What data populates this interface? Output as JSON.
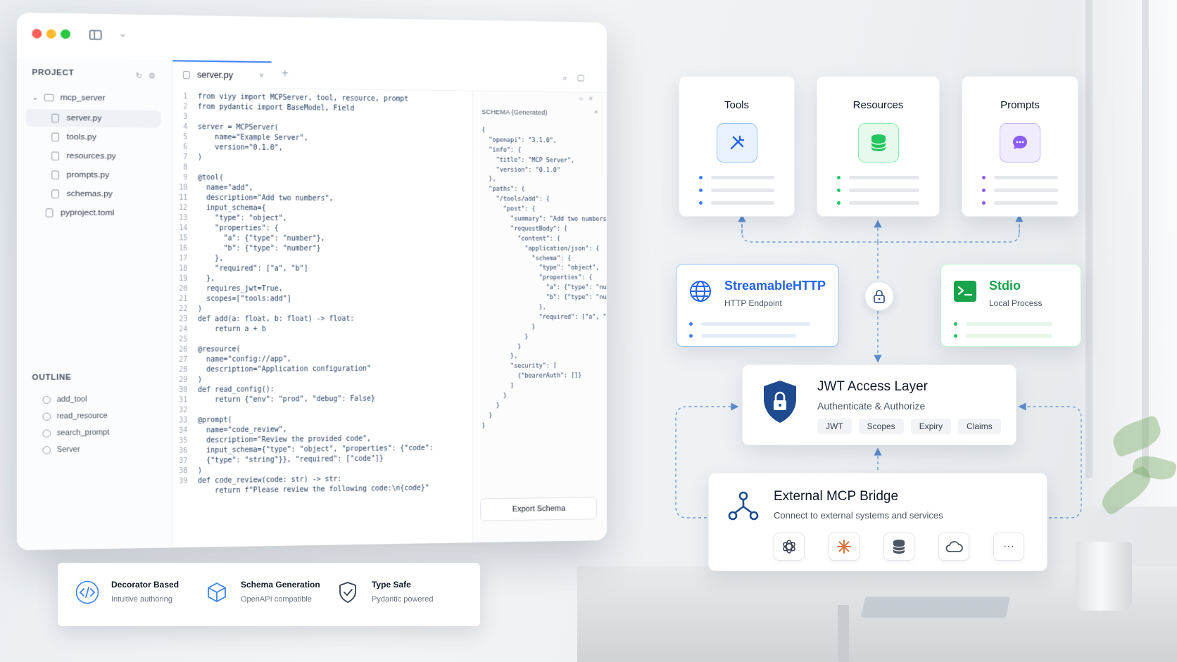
{
  "window": {
    "tab_label": "server.py",
    "tab_close": "×",
    "new_tab": "+"
  },
  "sidebar": {
    "project_header": "PROJECT",
    "folder": "mcp_server",
    "files": [
      "server.py",
      "tools.py",
      "resources.py",
      "prompts.py",
      "schemas.py"
    ],
    "root_file": "pyproject.toml",
    "outline_header": "OUTLINE",
    "outline": [
      "add_tool",
      "read_resource",
      "search_prompt",
      "Server"
    ]
  },
  "code": {
    "line_numbers": [
      "1",
      "2",
      "3",
      "4",
      "5",
      "6",
      "7",
      "8",
      "9",
      "10",
      "11",
      "12",
      "13",
      "14",
      "15",
      "16",
      "17",
      "18",
      "19",
      "20",
      "21",
      "22",
      "23",
      "24",
      "25",
      "26",
      "27",
      "28",
      "29",
      "30",
      "31",
      "32",
      "33",
      "34",
      "35",
      "36",
      "37",
      "38",
      "39"
    ],
    "lines": [
      "from viyy import MCPServer, tool, resource, prompt",
      "from pydantic import BaseModel, Field",
      "",
      "server = MCPServer(",
      "    name=\"Example Server\",",
      "    version=\"0.1.0\",",
      ")",
      "",
      "@tool(",
      "  name=\"add\",",
      "  description=\"Add two numbers\",",
      "  input_schema={",
      "    \"type\": \"object\",",
      "    \"properties\": {",
      "      \"a\": {\"type\": \"number\"},",
      "      \"b\": {\"type\": \"number\"}",
      "    },",
      "    \"required\": [\"a\", \"b\"]",
      "  },",
      "  requires_jwt=True,",
      "  scopes=[\"tools:add\"]",
      ")",
      "def add(a: float, b: float) -> float:",
      "    return a + b",
      "",
      "@resource(",
      "  name=\"config://app\",",
      "  description=\"Application configuration\"",
      ")",
      "def read_config():",
      "    return {\"env\": \"prod\", \"debug\": False}",
      "",
      "@prompt(",
      "  name=\"code_review\",",
      "  description=\"Review the provided code\",",
      "  input_schema={\"type\": \"object\", \"properties\": {\"code\":",
      "  {\"type\": \"string\"}}, \"required\": [\"code\"]}",
      ")",
      "def code_review(code: str) -> str:",
      "    return f\"Please review the following code:\\n{code}\""
    ]
  },
  "schema_panel": {
    "header": "SCHEMA (Generated)",
    "close": "×",
    "lines": [
      "{",
      "  \"openapi\": \"3.1.0\",",
      "  \"info\": {",
      "    \"title\": \"MCP Server\",",
      "    \"version\": \"0.1.0\"",
      "  },",
      "  \"paths\": {",
      "    \"/tools/add\": {",
      "      \"post\": {",
      "        \"summary\": \"Add two numbers\",",
      "        \"requestBody\": {",
      "          \"content\": {",
      "            \"application/json\": {",
      "              \"schema\": {",
      "                \"type\": \"object\",",
      "                \"properties\": {",
      "                  \"a\": {\"type\": \"number\"},",
      "                  \"b\": {\"type\": \"number\"}",
      "                },",
      "                \"required\": [\"a\", \"b\"]",
      "              }",
      "            }",
      "          }",
      "        },",
      "        \"security\": [",
      "          {\"bearerAuth\": []}",
      "        ]",
      "      }",
      "    }",
      "  }",
      "}"
    ],
    "export_label": "Export Schema"
  },
  "features": [
    {
      "title": "Decorator Based",
      "sub": "Intuitive authoring"
    },
    {
      "title": "Schema Generation",
      "sub": "OpenAPI compatible"
    },
    {
      "title": "Type Safe",
      "sub": "Pydantic powered"
    }
  ],
  "capabilities": [
    {
      "title": "Tools",
      "accent": "#3b82f6"
    },
    {
      "title": "Resources",
      "accent": "#22c55e"
    },
    {
      "title": "Prompts",
      "accent": "#8b5cf6"
    }
  ],
  "transports": [
    {
      "title": "StreamableHTTP",
      "sub": "HTTP Endpoint",
      "accent": "#2563eb"
    },
    {
      "title": "Stdio",
      "sub": "Local Process",
      "accent": "#16a34a"
    }
  ],
  "jwt": {
    "title": "JWT Access Layer",
    "sub": "Authenticate & Authorize",
    "pills": [
      "JWT",
      "Scopes",
      "Expiry",
      "Claims"
    ]
  },
  "bridge": {
    "title": "External MCP Bridge",
    "sub": "Connect to external systems and services",
    "services": [
      "openai-icon",
      "spark-icon",
      "database-icon",
      "cloud-icon",
      "more-icon"
    ],
    "more_label": "···"
  },
  "colors": {
    "blue": "#3b82f6",
    "green": "#22c55e",
    "purple": "#8b5cf6",
    "navy": "#1e40af"
  }
}
